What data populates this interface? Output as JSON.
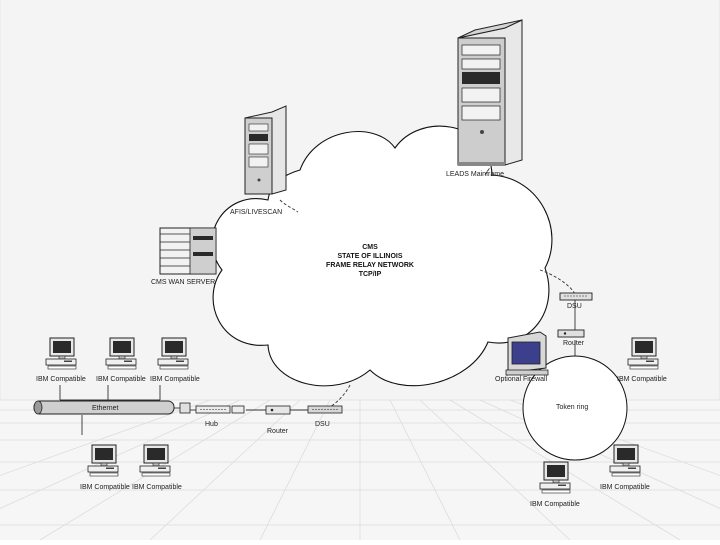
{
  "cloud": {
    "line1": "CMS",
    "line2": "STATE OF ILLINOIS",
    "line3": "FRAME RELAY NETWORK",
    "line4": "TCP/IP"
  },
  "labels": {
    "leads_mainframe": "LEADS Mainframe",
    "afis_livescan": "AFIS/LIVESCAN",
    "cms_wan_server": "CMS WAN SERVER",
    "dsu_right": "DSU",
    "router_right": "Router",
    "optional_firewall": "Optional Firewall",
    "ibm_ring_right": "IBM Compatible",
    "token_ring": "Token ring",
    "ibm_ring_bottom_right": "IBM Compatible",
    "ibm_ring_bottom": "IBM Compatible",
    "ibm_left_1": "IBM Compatible",
    "ibm_left_2": "IBM Compatible",
    "ibm_left_3": "IBM Compatible",
    "ethernet": "Ethernet",
    "hub": "Hub",
    "router_left": "Router",
    "dsu_left": "DSU",
    "ibm_left_bottom_1": "IBM Compatible",
    "ibm_left_bottom_2": "IBM Compatible"
  },
  "colors": {
    "monitor_screen": "#2a2a2a",
    "firewall_screen": "#3c3f8c",
    "tower": "#c8c8c8",
    "line": "#333333"
  }
}
